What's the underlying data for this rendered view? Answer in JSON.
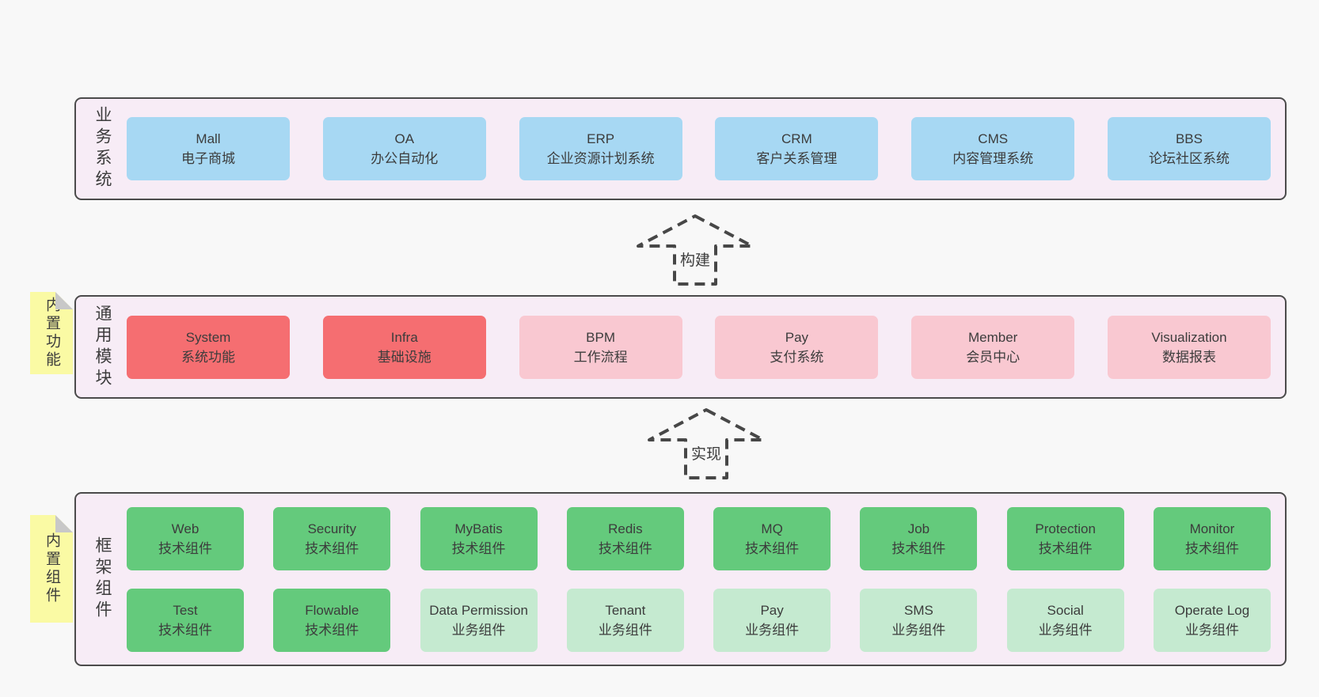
{
  "colors": {
    "page_bg": "#f8f8f8",
    "container_bg": "#f7ecf6",
    "container_border": "#4b4b4b",
    "business_box": "#a7d8f3",
    "core_module_box": "#f56e71",
    "extension_module_box": "#f9c8d1",
    "tech_component_box": "#64ca7c",
    "biz_component_box": "#c5ead0",
    "sticky_note": "#fafaa4",
    "note_fold": "#c8c8c8",
    "text": "#3c3c3c"
  },
  "layers": {
    "business": {
      "label": "业务系统",
      "boxes": [
        {
          "name": "Mall",
          "desc": "电子商城"
        },
        {
          "name": "OA",
          "desc": "办公自动化"
        },
        {
          "name": "ERP",
          "desc": "企业资源计划系统"
        },
        {
          "name": "CRM",
          "desc": "客户关系管理"
        },
        {
          "name": "CMS",
          "desc": "内容管理系统"
        },
        {
          "name": "BBS",
          "desc": "论坛社区系统"
        }
      ]
    },
    "modules": {
      "label": "通用模块",
      "note": "内置功能",
      "boxes": [
        {
          "name": "System",
          "desc": "系统功能"
        },
        {
          "name": "Infra",
          "desc": "基础设施"
        },
        {
          "name": "BPM",
          "desc": "工作流程"
        },
        {
          "name": "Pay",
          "desc": "支付系统"
        },
        {
          "name": "Member",
          "desc": "会员中心"
        },
        {
          "name": "Visualization",
          "desc": "数据报表"
        }
      ]
    },
    "components": {
      "label": "框架组件",
      "note": "内置组件",
      "row1": [
        {
          "name": "Web",
          "desc": "技术组件"
        },
        {
          "name": "Security",
          "desc": "技术组件"
        },
        {
          "name": "MyBatis",
          "desc": "技术组件"
        },
        {
          "name": "Redis",
          "desc": "技术组件"
        },
        {
          "name": "MQ",
          "desc": "技术组件"
        },
        {
          "name": "Job",
          "desc": "技术组件"
        },
        {
          "name": "Protection",
          "desc": "技术组件"
        },
        {
          "name": "Monitor",
          "desc": "技术组件"
        }
      ],
      "row2": [
        {
          "name": "Test",
          "desc": "技术组件"
        },
        {
          "name": "Flowable",
          "desc": "技术组件"
        },
        {
          "name": "Data Permission",
          "desc": "业务组件"
        },
        {
          "name": "Tenant",
          "desc": "业务组件"
        },
        {
          "name": "Pay",
          "desc": "业务组件"
        },
        {
          "name": "SMS",
          "desc": "业务组件"
        },
        {
          "name": "Social",
          "desc": "业务组件"
        },
        {
          "name": "Operate Log",
          "desc": "业务组件"
        }
      ]
    }
  },
  "arrows": [
    {
      "label": "构建"
    },
    {
      "label": "实现"
    }
  ]
}
